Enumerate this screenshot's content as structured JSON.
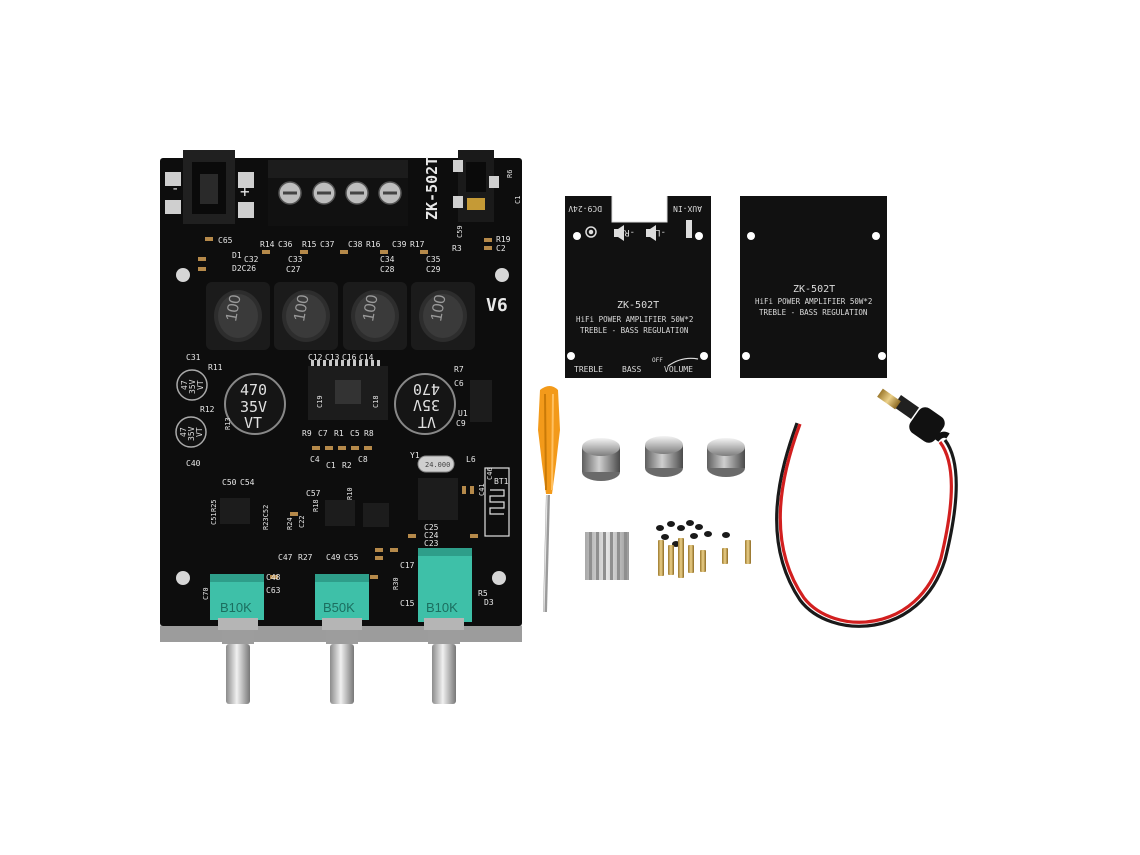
{
  "board": {
    "model": "ZK-502T",
    "version": "V6",
    "power_minus": "-",
    "power_plus": "+",
    "cap_large_left": [
      "470",
      "35V",
      "VT"
    ],
    "cap_large_right": [
      "VT",
      "35V",
      "470"
    ],
    "cap_small_top": [
      "47",
      "35V",
      "VT"
    ],
    "cap_small_bottom": [
      "47",
      "35V",
      "VT"
    ],
    "inductor_label": "100",
    "crystal": "24.000",
    "pot_label_1": "B10K",
    "pot_label_2": "B50K",
    "pot_label_3": "B10K",
    "bt_label": "BT1",
    "refs": {
      "c65": "C65",
      "d1": "D1",
      "d2c26": "D2C26",
      "c32": "C32",
      "c33": "C33",
      "c27": "C27",
      "r14": "R14",
      "c36": "C36",
      "r15": "R15",
      "c37": "C37",
      "c38": "C38",
      "r16": "R16",
      "c39": "C39",
      "r17": "R17",
      "c34": "C34",
      "c28": "C28",
      "c35": "C35",
      "c29": "C29",
      "r19": "R19",
      "r3": "R3",
      "c2": "C2",
      "r6": "R6",
      "c59": "C59",
      "c1_top": "C1",
      "c12": "C12",
      "c13": "C13",
      "c16": "C16",
      "c14": "C14",
      "c31": "C31",
      "r11": "R11",
      "r12": "R12",
      "r13": "R13",
      "c40": "C40",
      "c19": "C19",
      "c18": "C18",
      "r7": "R7",
      "c6": "C6",
      "u1": "U1",
      "c9": "C9",
      "r9": "R9",
      "c7": "C7",
      "r1": "R1",
      "c5": "C5",
      "r8": "R8",
      "c4": "C4",
      "c1": "C1",
      "r2": "R2",
      "c8": "C8",
      "y1": "Y1",
      "l6": "L6",
      "c50": "C50",
      "c54": "C54",
      "c51": "C51",
      "r25": "R25",
      "r23c52": "R23C52",
      "r24": "R24",
      "c57": "C57",
      "r18": "R18",
      "r10": "R10",
      "c22": "C22",
      "c41": "C41",
      "c46": "C46",
      "c25": "C25",
      "c24": "C24",
      "c23": "C23",
      "r27": "R27",
      "c49": "C49",
      "c55": "C55",
      "c47": "C47",
      "c48": "C48",
      "c63": "C63",
      "c70": "C70",
      "c17": "C17",
      "r30": "R30",
      "c15": "C15",
      "r5": "R5",
      "d3": "D3"
    }
  },
  "front_plate": {
    "input_label": "DC9-24V",
    "aux_label": "AUX-IN",
    "right_label": "-R+",
    "left_label": "-L+",
    "model": "ZK-502T",
    "line1": "HiFi POWER AMPLIFIER 50W*2",
    "line2": "TREBLE - BASS  REGULATION",
    "knob_treble": "TREBLE",
    "knob_bass": "BASS",
    "knob_off": "OFF",
    "knob_volume": "VOLUME"
  },
  "back_plate": {
    "model": "ZK-502T",
    "line1": "HiFi POWER AMPLIFIER 50W*2",
    "line2": "TREBLE - BASS  REGULATION"
  },
  "accessories": {
    "items": [
      "screwdriver",
      "knob",
      "knob",
      "knob",
      "heatsink",
      "screws",
      "standoffs",
      "dc-cable"
    ]
  },
  "colors": {
    "pcb": "#0d0d0d",
    "silkscreen": "#e8e8e8",
    "pot_body": "#3ec0a8",
    "screwdriver_handle": "#f39a1a",
    "cable_red": "#d21f1f",
    "cable_black": "#1a1a1a",
    "brass": "#c9a24a"
  }
}
